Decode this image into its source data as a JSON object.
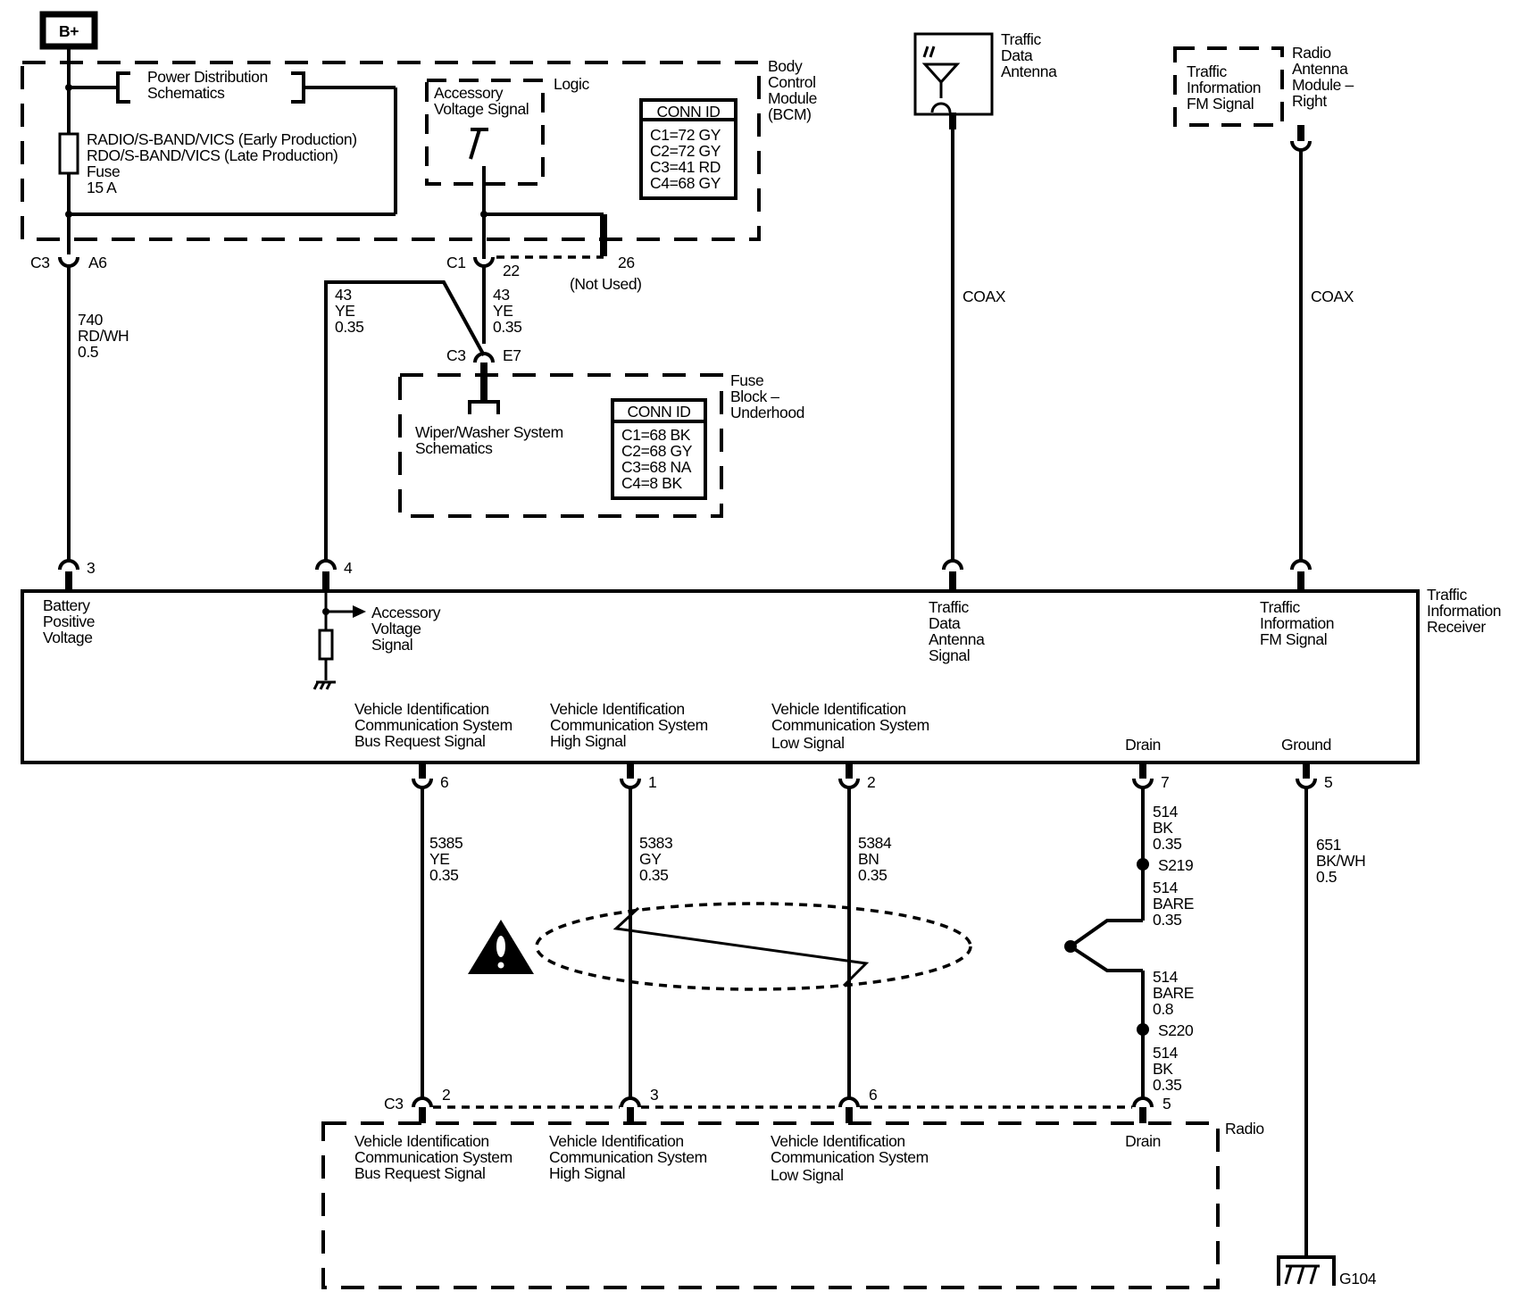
{
  "diagram": {
    "title": "Traffic Information Receiver Wiring Schematic",
    "power_source": "B+",
    "bcm": {
      "name": [
        "Body",
        "Control",
        "Module",
        "(BCM)"
      ],
      "power_distribution": [
        "Power Distribution",
        "Schematics"
      ],
      "fuse": [
        "RADIO/S-BAND/VICS (Early Production)",
        "RDO/S-BAND/VICS (Late Production)",
        "Fuse",
        "15 A"
      ],
      "logic_label": "Logic",
      "logic_box": [
        "Accessory",
        "Voltage Signal"
      ],
      "conn_id_title": "CONN ID",
      "conn_ids": [
        "C1=72 GY",
        "C2=72 GY",
        "C3=41 RD",
        "C4=68 GY"
      ],
      "c3_connector": "C3",
      "c3_pin": "A6",
      "c1_connector": "C1",
      "c1_pin": "22",
      "unused_pin": "26",
      "unused_label": "(Not Used)"
    },
    "fuse_block": {
      "name": [
        "Fuse",
        "Block –",
        "Underhood"
      ],
      "schematic_ref": [
        "Wiper/Washer System",
        "Schematics"
      ],
      "conn_id_title": "CONN ID",
      "conn_ids": [
        "C1=68 BK",
        "C2=68 GY",
        "C3=68 NA",
        "C4=8 BK"
      ],
      "connector": "C3",
      "pin": "E7"
    },
    "traffic_data_antenna": {
      "name": [
        "Traffic",
        "Data",
        "Antenna"
      ],
      "cable": "COAX"
    },
    "radio_antenna_module": {
      "name": [
        "Radio",
        "Antenna",
        "Module –",
        "Right"
      ],
      "inner": [
        "Traffic",
        "Information",
        "FM Signal"
      ],
      "cable": "COAX"
    },
    "receiver": {
      "name": [
        "Traffic",
        "Information",
        "Receiver"
      ],
      "top_pins": [
        {
          "pin": "3",
          "label": [
            "Battery",
            "Positive",
            "Voltage"
          ]
        },
        {
          "pin": "4",
          "label": [
            "Accessory",
            "Voltage",
            "Signal"
          ]
        },
        {
          "pin": "",
          "label": [
            "Traffic",
            "Data",
            "Antenna",
            "Signal"
          ]
        },
        {
          "pin": "",
          "label": [
            "Traffic",
            "Information",
            "FM Signal"
          ]
        }
      ],
      "bottom_pins": [
        {
          "pin": "6",
          "label": [
            "Vehicle Identification",
            "Communication System",
            "Bus Request Signal"
          ]
        },
        {
          "pin": "1",
          "label": [
            "Vehicle Identification",
            "Communication System",
            "High Signal"
          ]
        },
        {
          "pin": "2",
          "label": [
            "Vehicle Identification",
            "Communication System",
            "Low Signal"
          ]
        },
        {
          "pin": "7",
          "label": [
            "Drain"
          ]
        },
        {
          "pin": "5",
          "label": [
            "Ground"
          ]
        }
      ]
    },
    "wires": {
      "battery": [
        "740",
        "RD/WH",
        "0.5"
      ],
      "accessory_left": [
        "43",
        "YE",
        "0.35"
      ],
      "accessory_right": [
        "43",
        "YE",
        "0.35"
      ],
      "bus_request": [
        "5385",
        "YE",
        "0.35"
      ],
      "high": [
        "5383",
        "GY",
        "0.35"
      ],
      "low": [
        "5384",
        "BN",
        "0.35"
      ],
      "drain_top": [
        "514",
        "BK",
        "0.35"
      ],
      "drain_bare_top": [
        "514",
        "BARE",
        "0.35"
      ],
      "drain_bare_bottom": [
        "514",
        "BARE",
        "0.8"
      ],
      "drain_bottom": [
        "514",
        "BK",
        "0.35"
      ],
      "ground": [
        "651",
        "BK/WH",
        "0.5"
      ]
    },
    "splices": [
      "S219",
      "S220"
    ],
    "ground_point": "G104",
    "radio": {
      "name": "Radio",
      "connector": "C3",
      "pins": [
        {
          "pin": "2",
          "label": [
            "Vehicle Identification",
            "Communication System",
            "Bus Request Signal"
          ]
        },
        {
          "pin": "3",
          "label": [
            "Vehicle Identification",
            "Communication System",
            "High Signal"
          ]
        },
        {
          "pin": "6",
          "label": [
            "Vehicle Identification",
            "Communication System",
            "Low Signal"
          ]
        },
        {
          "pin": "5",
          "label": [
            "Drain"
          ]
        }
      ]
    }
  }
}
